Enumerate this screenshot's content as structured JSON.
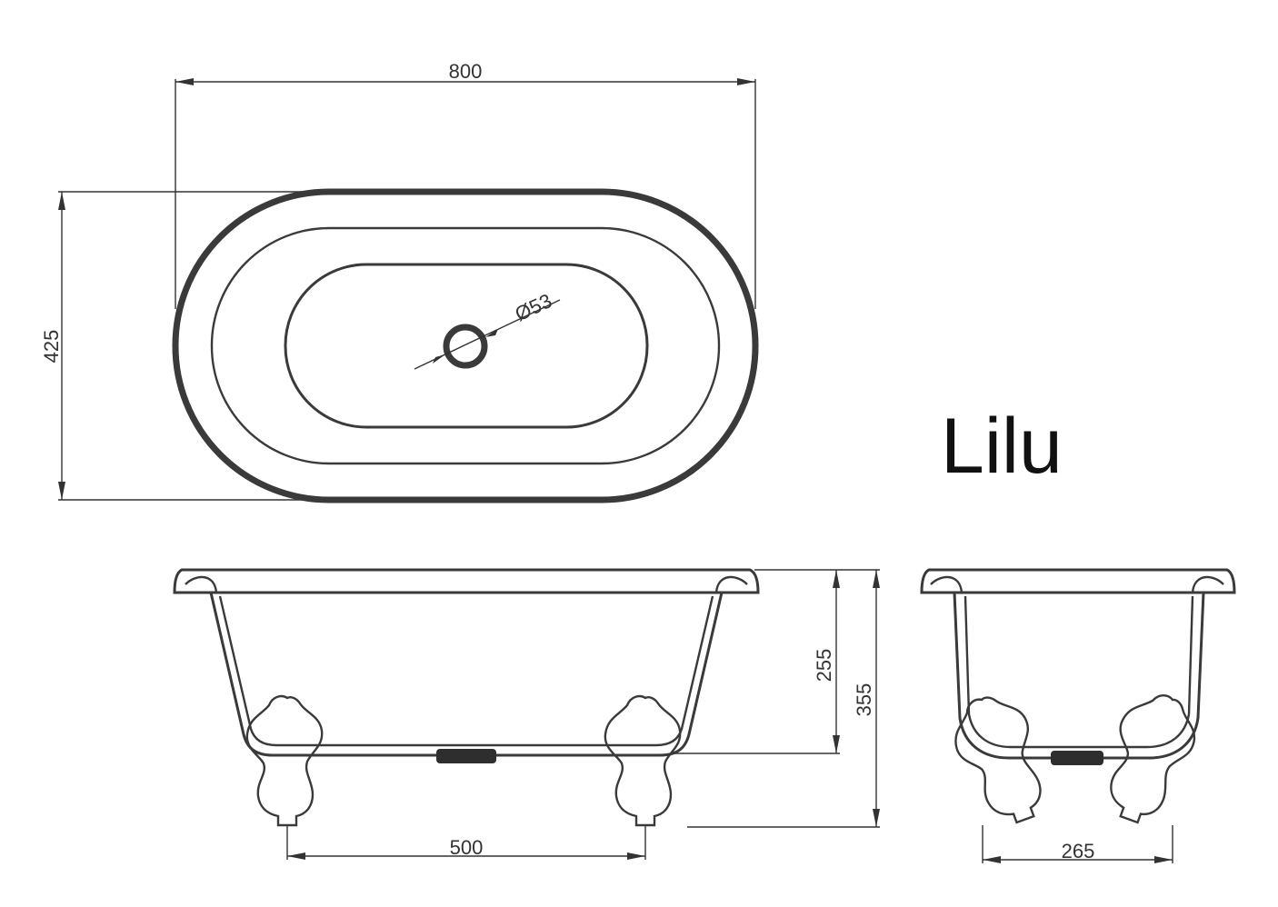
{
  "title": "Lilu",
  "dimensions": {
    "top_width": "800",
    "top_depth": "425",
    "drain_diameter": "Ø53",
    "inner_height": "255",
    "total_height": "355",
    "front_feet_spacing": "500",
    "side_feet_spacing": "265"
  },
  "colors": {
    "line": "#3a3a3a",
    "text": "#333333",
    "background": "#ffffff"
  }
}
